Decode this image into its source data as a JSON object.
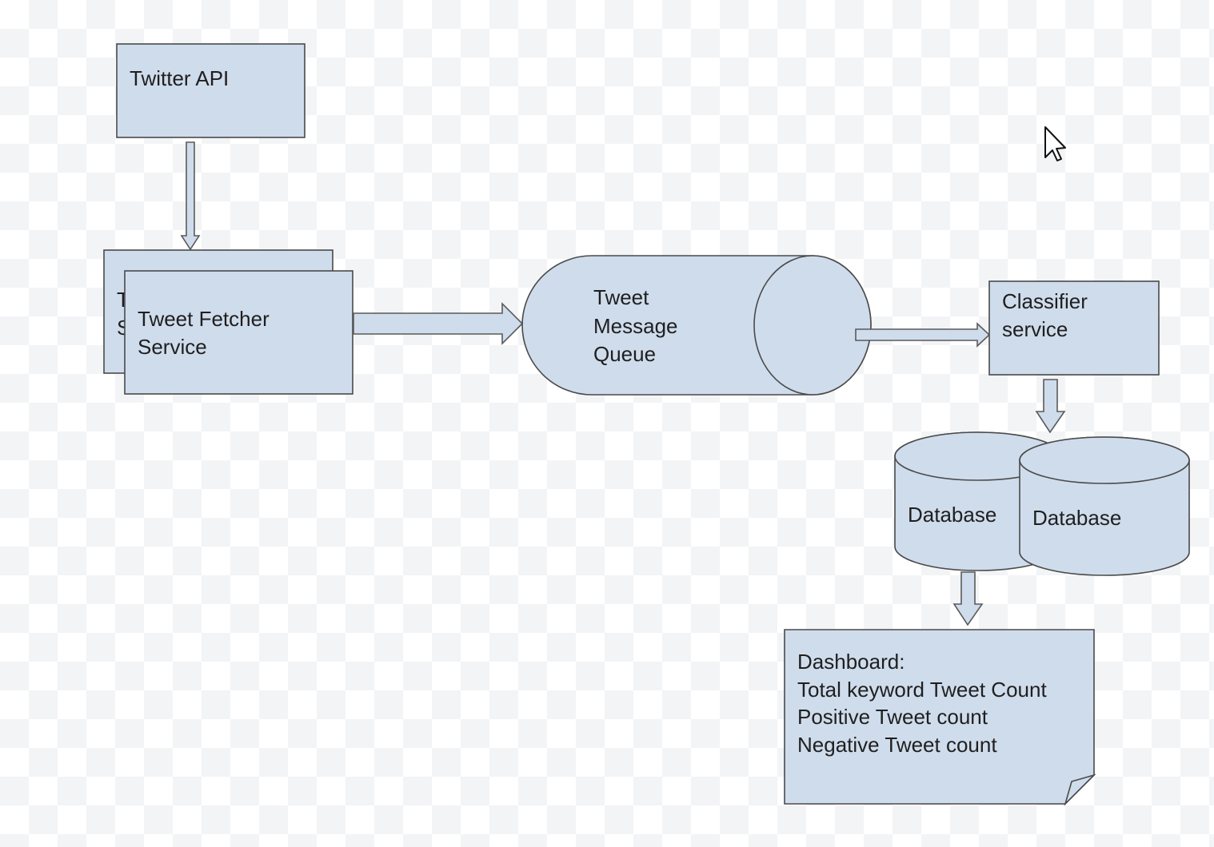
{
  "nodes": {
    "twitter_api": {
      "label": "Twitter API"
    },
    "fetcher_back": {
      "label_lines": [
        "T",
        "S"
      ]
    },
    "fetcher": {
      "label_lines": [
        "Tweet Fetcher",
        "Service"
      ]
    },
    "queue": {
      "label_lines": [
        "Tweet",
        "Message",
        "Queue"
      ]
    },
    "classifier": {
      "label_lines": [
        "Classifier",
        "service"
      ]
    },
    "database_1": {
      "label": "Database"
    },
    "database_2": {
      "label": "Database"
    },
    "dashboard": {
      "label_lines": [
        "Dashboard:",
        "Total keyword Tweet Count",
        "Positive Tweet count",
        "Negative Tweet count"
      ]
    }
  },
  "colors": {
    "shape_fill": "#cfdcec",
    "stroke": "#4a4a4a",
    "text": "#1f1f1f"
  },
  "icons": {
    "cursor": "mouse-pointer-icon"
  }
}
